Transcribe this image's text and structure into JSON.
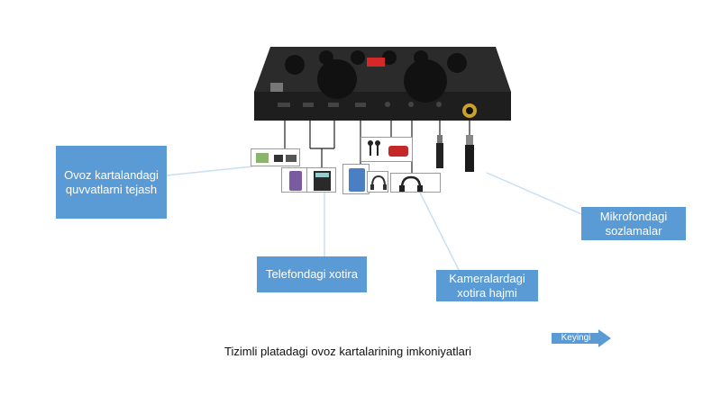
{
  "labels": {
    "power": "Ovoz kartalandagi quvvatlarni tejash",
    "phone": "Telefondagi xotira",
    "camera": "Kameralardagi xotira hajmi",
    "mic": "Mikrofondagi sozlamalar",
    "next": "Keyingi"
  },
  "caption": "Tizimli platadagi ovoz kartalarining imkoniyatlari",
  "colors": {
    "box": "#5b9bd5",
    "device": "#2b2b2b",
    "line": "#b8d4ee"
  },
  "icons": {
    "sound_card": "sound-card-icon",
    "adapter": "power-adapter-icon",
    "phone": "phone-icon",
    "calculator": "calculator-icon",
    "tablet": "tablet-icon",
    "earphones": "earphones-icon",
    "speaker": "speaker-icon",
    "headphones": "headphones-icon",
    "mic_small": "microphone-icon",
    "mic_large": "microphone-icon",
    "arrow": "right-arrow-icon"
  }
}
